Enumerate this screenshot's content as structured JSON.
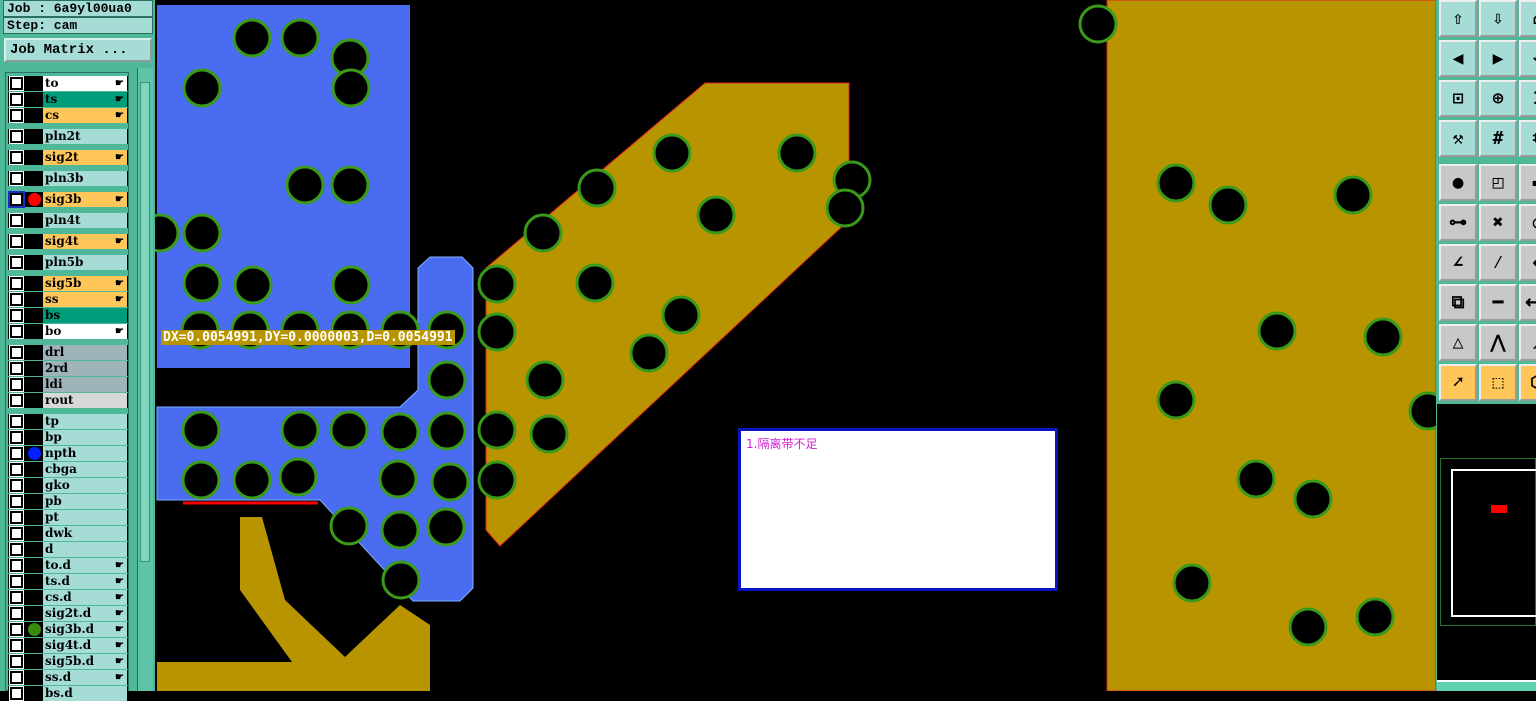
{
  "job": {
    "job_label": "Job : 6a9yl00ua0",
    "step_label": "Step: cam",
    "matrix_button": "Job Matrix ..."
  },
  "layers": [
    {
      "name": "to",
      "color": "#ffffff",
      "edit": true
    },
    {
      "name": "ts",
      "color": "#009d7a",
      "edit": true
    },
    {
      "name": "cs",
      "color": "#ffc65a",
      "edit": true
    },
    {
      "name": "pln2t",
      "color": "#a6dcd6",
      "gap": true
    },
    {
      "name": "sig2t",
      "color": "#ffc65a",
      "edit": true,
      "gap": true
    },
    {
      "name": "pln3b",
      "color": "#a6dcd6",
      "gap": true
    },
    {
      "name": "sig3b",
      "color": "#ffc65a",
      "edit": true,
      "gap": true,
      "dot": "#ff0000",
      "selected": true
    },
    {
      "name": "pln4t",
      "color": "#a6dcd6",
      "gap": true
    },
    {
      "name": "sig4t",
      "color": "#ffc65a",
      "edit": true,
      "gap": true
    },
    {
      "name": "pln5b",
      "color": "#a6dcd6",
      "gap": true
    },
    {
      "name": "sig5b",
      "color": "#ffc65a",
      "edit": true,
      "gap": true
    },
    {
      "name": "ss",
      "color": "#ffc65a",
      "edit": true
    },
    {
      "name": "bs",
      "color": "#009d7a"
    },
    {
      "name": "bo",
      "color": "#ffffff",
      "edit": true
    },
    {
      "name": "drl",
      "color": "#9fb4b8",
      "gap": true
    },
    {
      "name": "2rd",
      "color": "#9fb4b8"
    },
    {
      "name": "ldi",
      "color": "#9fb4b8"
    },
    {
      "name": "rout",
      "color": "#d8d8d8"
    },
    {
      "name": "tp",
      "color": "#a6dcd6",
      "gap": true
    },
    {
      "name": "bp",
      "color": "#a6dcd6"
    },
    {
      "name": "npth",
      "color": "#a6dcd6",
      "dot": "#0020ff"
    },
    {
      "name": "cbga",
      "color": "#a6dcd6"
    },
    {
      "name": "gko",
      "color": "#a6dcd6"
    },
    {
      "name": "pb",
      "color": "#a6dcd6"
    },
    {
      "name": "pt",
      "color": "#a6dcd6"
    },
    {
      "name": "dwk",
      "color": "#a6dcd6"
    },
    {
      "name": "d",
      "color": "#a6dcd6"
    },
    {
      "name": "to.d",
      "color": "#a6dcd6",
      "edit": true
    },
    {
      "name": "ts.d",
      "color": "#a6dcd6",
      "edit": true
    },
    {
      "name": "cs.d",
      "color": "#a6dcd6",
      "edit": true
    },
    {
      "name": "sig2t.d",
      "color": "#a6dcd6",
      "edit": true
    },
    {
      "name": "sig3b.d",
      "color": "#a6dcd6",
      "edit": true,
      "dot": "#3a8a10"
    },
    {
      "name": "sig4t.d",
      "color": "#a6dcd6",
      "edit": true
    },
    {
      "name": "sig5b.d",
      "color": "#a6dcd6",
      "edit": true
    },
    {
      "name": "ss.d",
      "color": "#a6dcd6",
      "edit": true
    },
    {
      "name": "bs.d",
      "color": "#a6dcd6"
    }
  ],
  "measurement": "DX=0.0054991,DY=0.0000003,D=0.0054991",
  "note": "1.隔离带不足",
  "colors": {
    "copper": "#b89500",
    "plane": "#4a6cf0",
    "hole_ring": "#3a9a1a"
  }
}
